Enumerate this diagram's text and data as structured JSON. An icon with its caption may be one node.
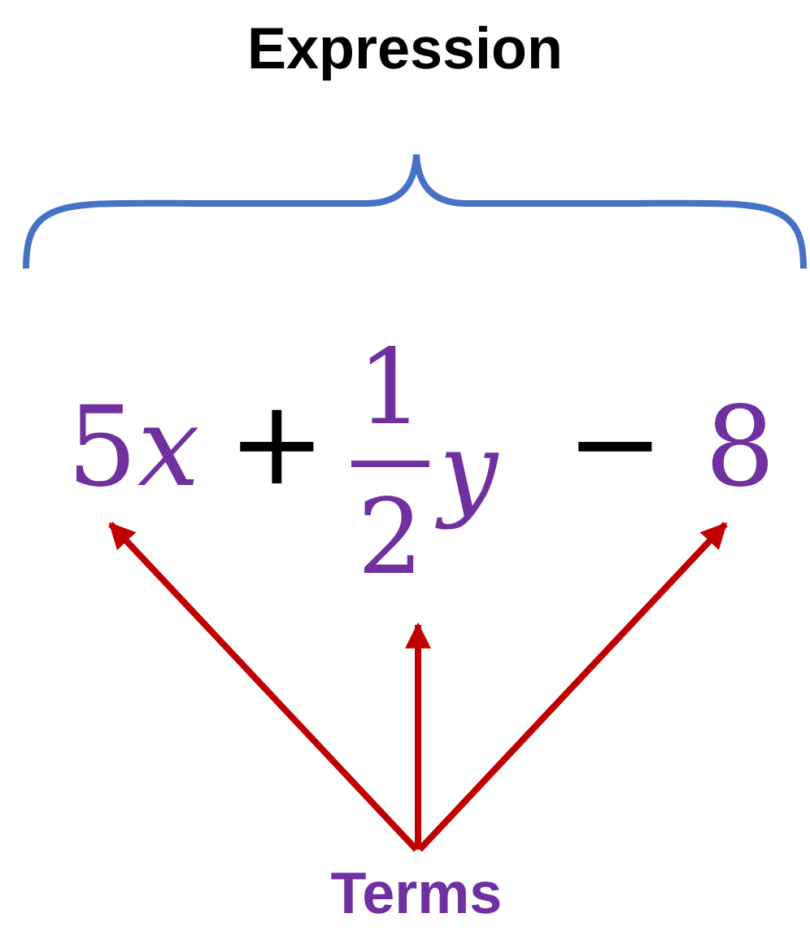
{
  "diagram": {
    "title": "Expression",
    "nodes": [
      {
        "text": [
          "5",
          "x"
        ]
      },
      {
        "text": [
          "1",
          "2",
          "y"
        ]
      },
      {
        "text": [
          "8"
        ]
      },
      {
        "text": [
          "Terms"
        ]
      }
    ],
    "edges": [
      {
        "from": 3,
        "to": 0,
        "arrow": "to"
      },
      {
        "from": 3,
        "to": 1,
        "arrow": "to"
      },
      {
        "from": 3,
        "to": 2,
        "arrow": "to"
      }
    ],
    "labels": [
      "+",
      "−"
    ]
  }
}
